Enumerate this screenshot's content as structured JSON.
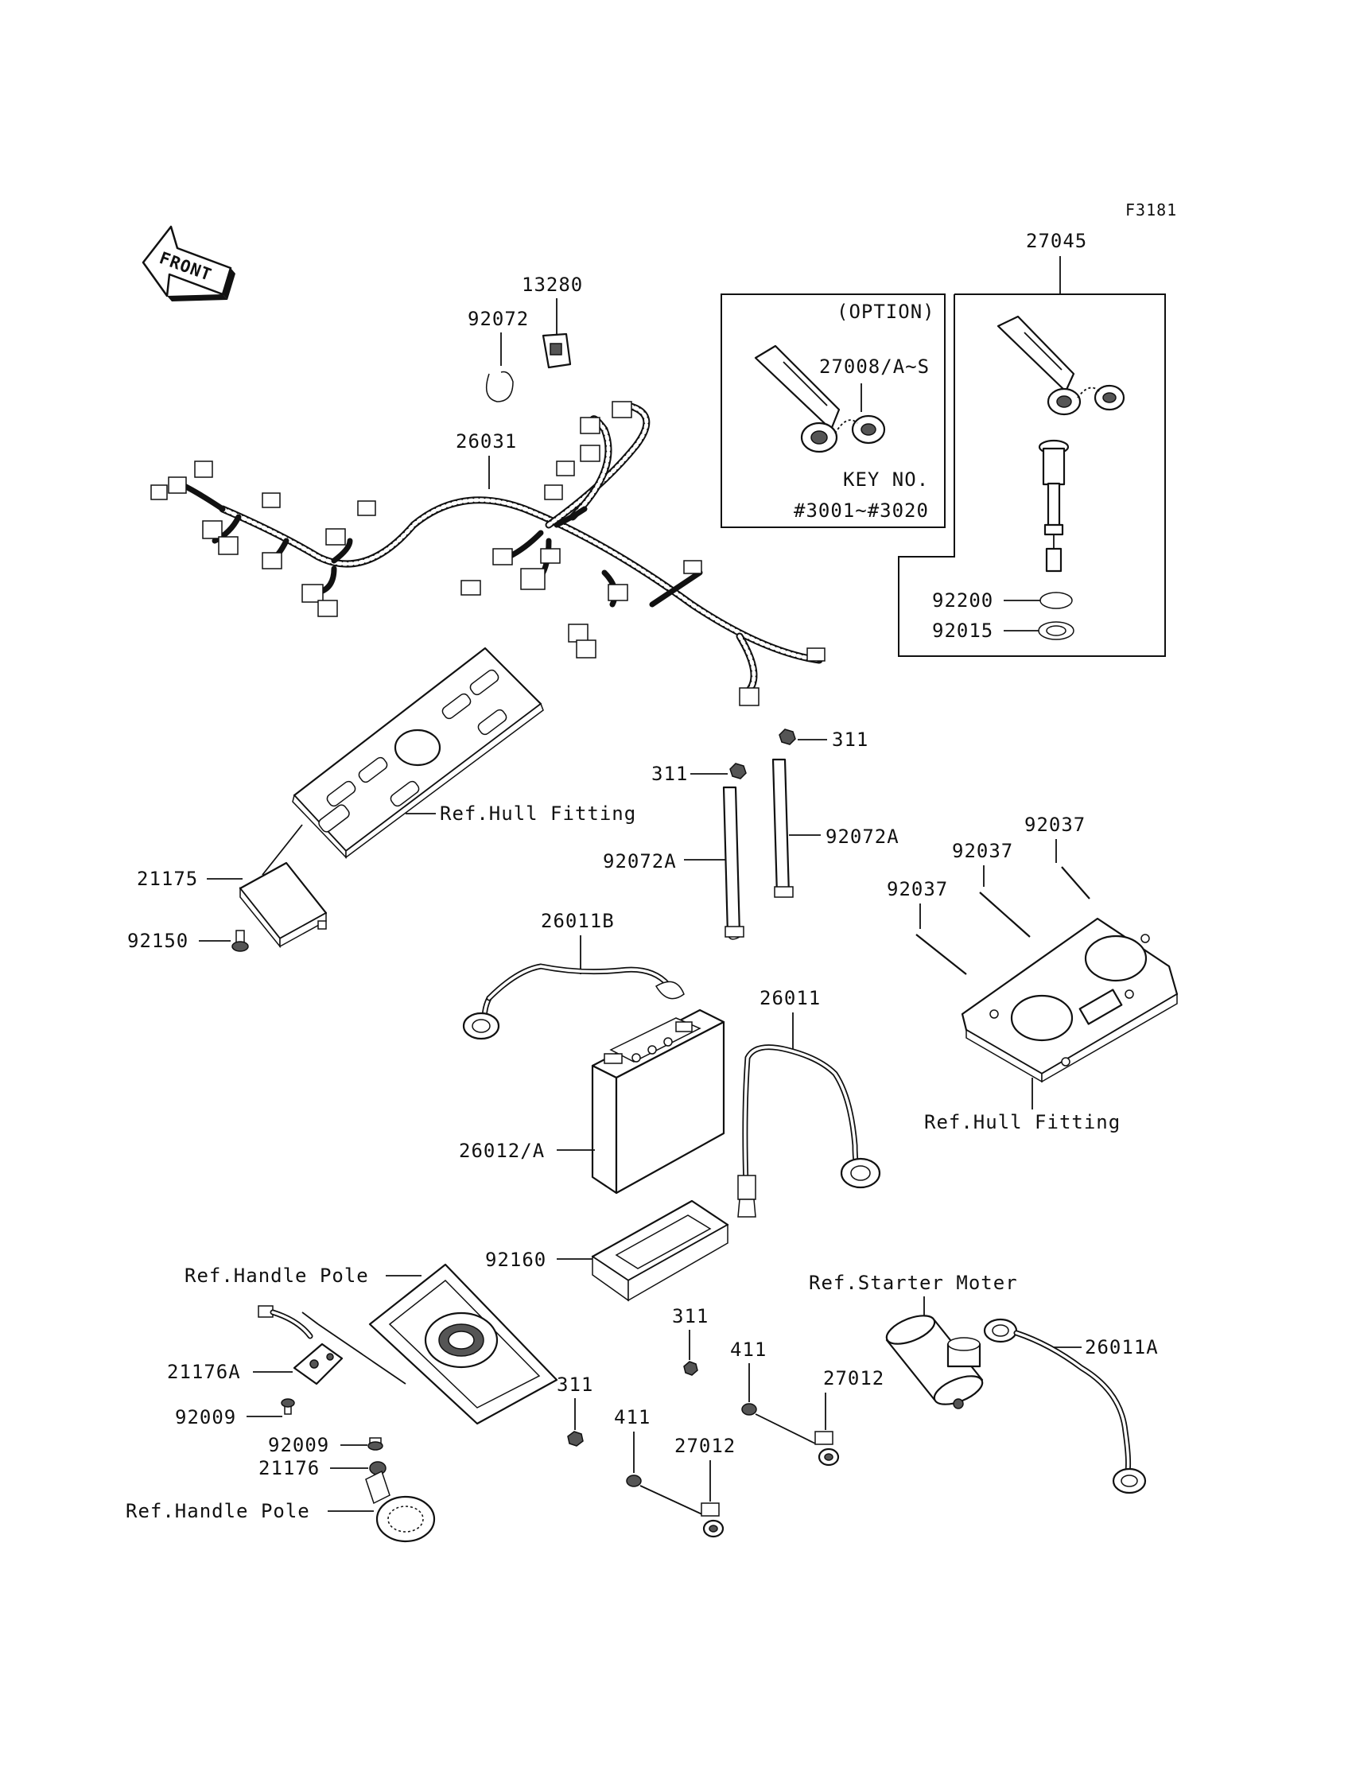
{
  "figure_code": "F3181",
  "front_arrow": "FRONT",
  "option_box": {
    "title": "(OPTION)",
    "part": "27008/A~S",
    "key_line1": "KEY NO.",
    "key_line2": "#3001~#3020"
  },
  "labels": {
    "p27045": "27045",
    "p13280": "13280",
    "p92072": "92072",
    "p26031": "26031",
    "p92200": "92200",
    "p92015": "92015",
    "p311_a": "311",
    "p311_b": "311",
    "p92072A_a": "92072A",
    "p92072A_b": "92072A",
    "ref_hull_1": "Ref.Hull Fitting",
    "p21175": "21175",
    "p92150": "92150",
    "p92037_a": "92037",
    "p92037_b": "92037",
    "p92037_c": "92037",
    "p26011B": "26011B",
    "p26011": "26011",
    "ref_hull_2": "Ref.Hull Fitting",
    "p26012A": "26012/A",
    "p92160": "92160",
    "ref_handle_1": "Ref.Handle Pole",
    "ref_starter": "Ref.Starter Moter",
    "p311_c": "311",
    "p411_a": "411",
    "p26011A": "26011A",
    "p21176A": "21176A",
    "p27012_a": "27012",
    "p311_d": "311",
    "p92009_a": "92009",
    "p411_b": "411",
    "p92009_b": "92009",
    "p27012_b": "27012",
    "p21176": "21176",
    "ref_handle_2": "Ref.Handle Pole"
  }
}
